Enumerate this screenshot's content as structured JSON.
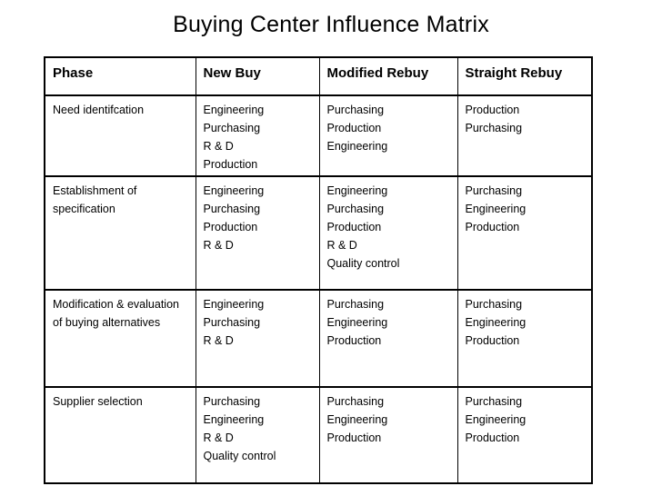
{
  "title": "Buying Center Influence Matrix",
  "colors": {
    "background": "#ffffff",
    "text": "#000000",
    "table_border": "#000000"
  },
  "table": {
    "headers": [
      "Phase",
      "New Buy",
      "Modified Rebuy",
      "Straight Rebuy"
    ],
    "rows": [
      {
        "phase": "Need identifcation",
        "new_buy": [
          "Engineering",
          "Purchasing",
          "R & D",
          "Production"
        ],
        "modified_rebuy": [
          "Purchasing",
          "Production",
          "Engineering"
        ],
        "straight_rebuy": [
          "Production",
          "Purchasing"
        ]
      },
      {
        "phase": "Establishment of specification",
        "new_buy": [
          "Engineering",
          "Purchasing",
          "Production",
          "R & D"
        ],
        "modified_rebuy": [
          "Engineering",
          "Purchasing",
          "Production",
          "R & D",
          "Quality control"
        ],
        "straight_rebuy": [
          "Purchasing",
          "Engineering",
          "Production"
        ]
      },
      {
        "phase": "Modification & evaluation of buying alternatives",
        "new_buy": [
          "Engineering",
          "Purchasing",
          "R & D"
        ],
        "modified_rebuy": [
          "Purchasing",
          "Engineering",
          "Production"
        ],
        "straight_rebuy": [
          "Purchasing",
          "Engineering",
          "Production"
        ]
      },
      {
        "phase": "Supplier selection",
        "new_buy": [
          "Purchasing",
          "Engineering",
          "R & D",
          "Quality control"
        ],
        "modified_rebuy": [
          "Purchasing",
          "Engineering",
          "Production"
        ],
        "straight_rebuy": [
          "Purchasing",
          "Engineering",
          "Production"
        ]
      }
    ]
  }
}
